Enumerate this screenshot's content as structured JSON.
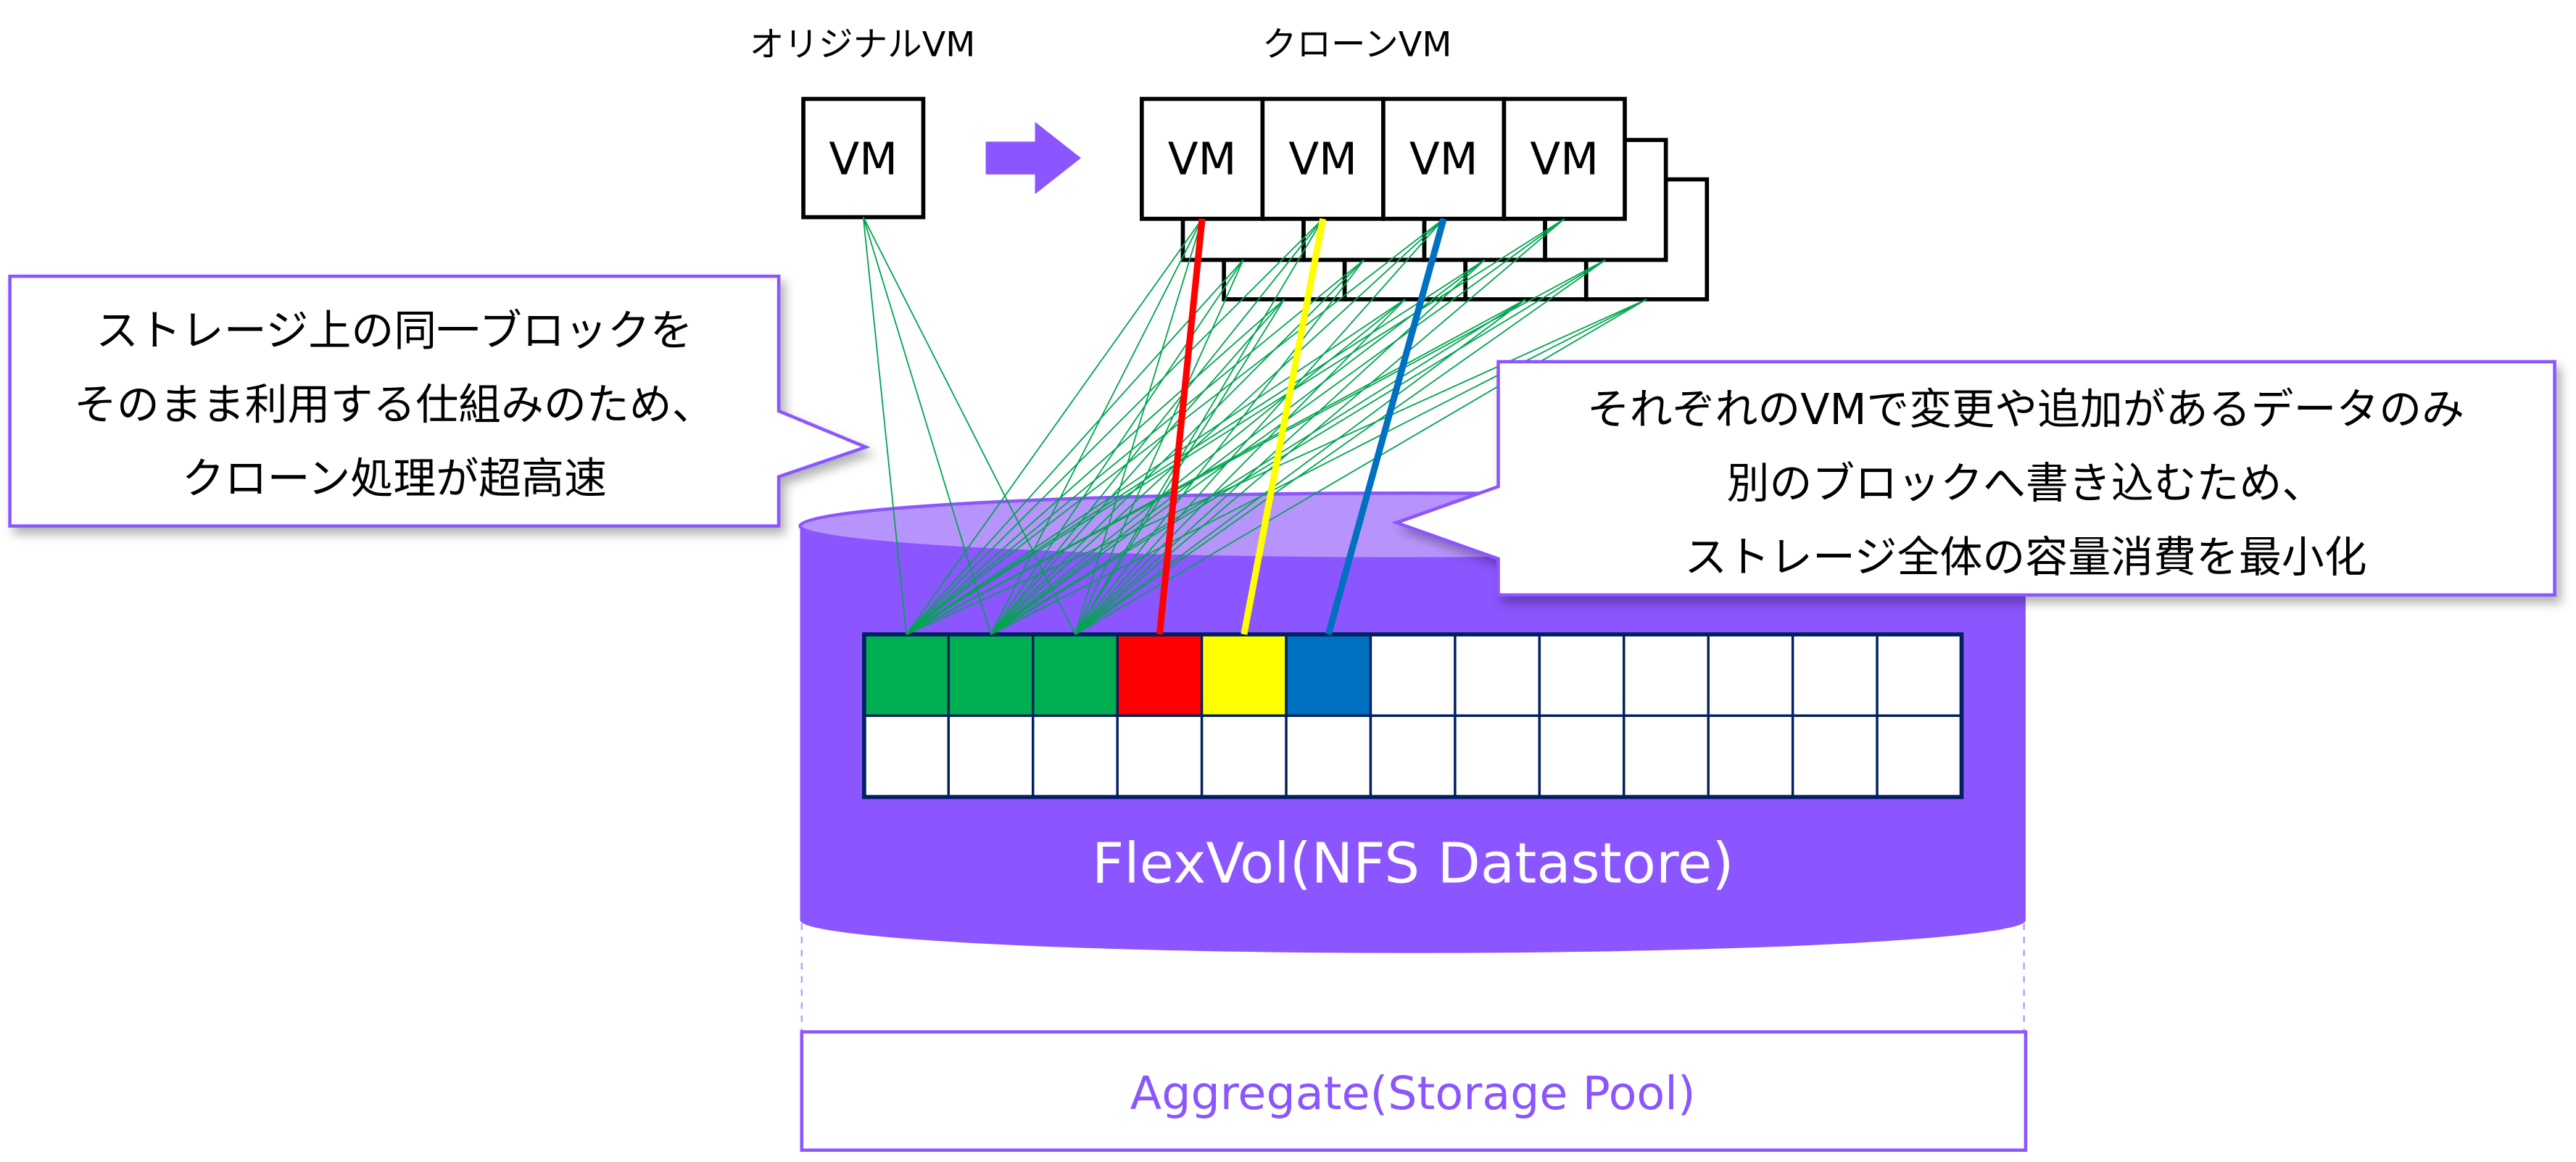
{
  "original_label": "オリジナルVM",
  "clone_label": "クローンVM",
  "vm_label": "VM",
  "left_callout": [
    "ストレージ上の同一ブロックを",
    "そのまま利用する仕組みのため、",
    "クローン処理が超高速"
  ],
  "right_callout": [
    "それぞれのVMで変更や追加があるデータのみ",
    "別のブロックへ書き込むため、",
    "ストレージ全体の容量消費を最小化"
  ],
  "flexvol_label": "FlexVol(NFS Datastore)",
  "aggregate_label": "Aggregate(Storage Pool)",
  "colors": {
    "accent": "#8b55ff",
    "accent_light": "#b794fc",
    "shared_block": "#00b050",
    "clone1_block": "#ff0000",
    "clone2_block": "#ffff00",
    "clone3_block": "#0070c0",
    "grid_border": "#002060",
    "link_line": "#00a550"
  },
  "blocks": {
    "columns": 13,
    "rows": 2,
    "row1": [
      "shared",
      "shared",
      "shared",
      "clone1",
      "clone2",
      "clone3",
      "empty",
      "empty",
      "empty",
      "empty",
      "empty",
      "empty",
      "empty"
    ]
  }
}
